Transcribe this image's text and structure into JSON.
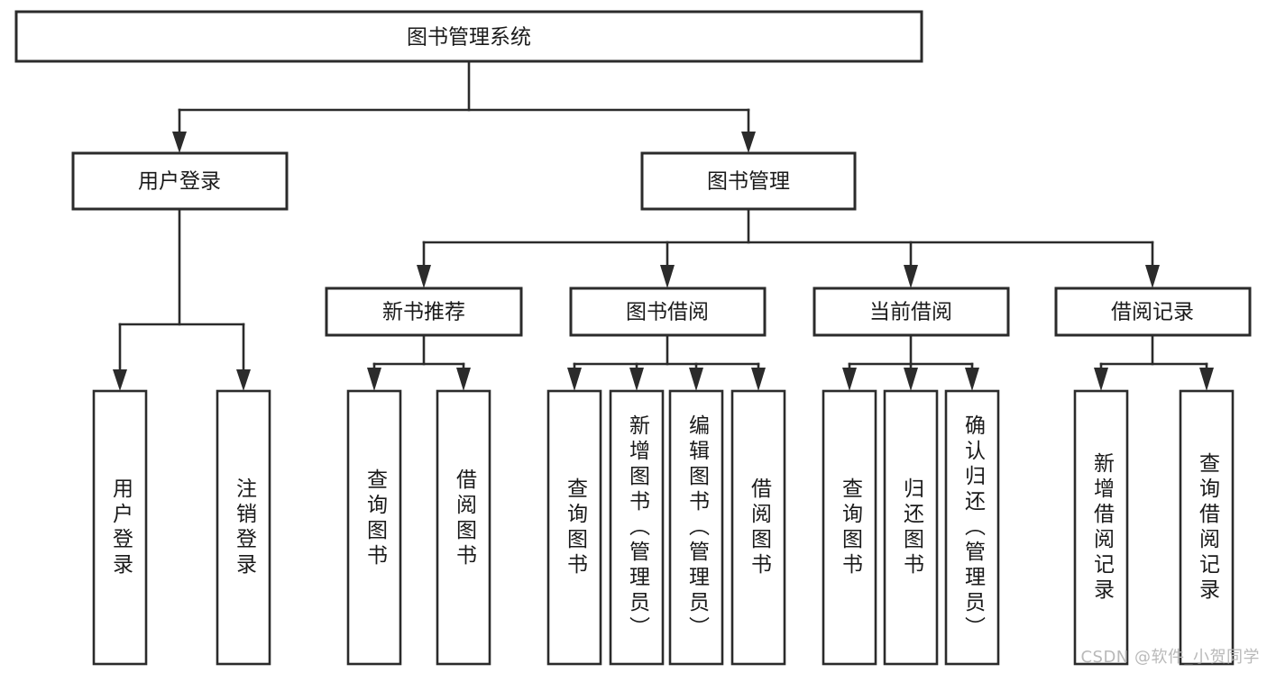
{
  "diagram": {
    "type": "tree-hierarchy",
    "title": "图书管理系统",
    "watermark": "CSDN @软件_小贺同学",
    "colors": {
      "background": "#ffffff",
      "box_fill": "#ffffff",
      "stroke": "#2b2b2b",
      "text": "#1a1a1a",
      "watermark": "#b9b9b9"
    },
    "root": {
      "label": "图书管理系统"
    },
    "level2": [
      {
        "label": "用户登录"
      },
      {
        "label": "图书管理"
      }
    ],
    "level3": [
      {
        "label": "新书推荐"
      },
      {
        "label": "图书借阅"
      },
      {
        "label": "当前借阅"
      },
      {
        "label": "借阅记录"
      }
    ],
    "leaves": {
      "user_login": [
        {
          "label": "用户登录"
        },
        {
          "label": "注销登录"
        }
      ],
      "new_book_recommend": [
        {
          "label": "查询图书"
        },
        {
          "label": "借阅图书"
        }
      ],
      "book_borrow": [
        {
          "label": "查询图书"
        },
        {
          "label": "新增图书（管理员）"
        },
        {
          "label": "编辑图书（管理员）"
        },
        {
          "label": "借阅图书"
        }
      ],
      "current_borrow": [
        {
          "label": "查询图书"
        },
        {
          "label": "归还图书"
        },
        {
          "label": "确认归还（管理员）"
        }
      ],
      "borrow_record": [
        {
          "label": "新增借阅记录"
        },
        {
          "label": "查询借阅记录"
        }
      ]
    }
  }
}
